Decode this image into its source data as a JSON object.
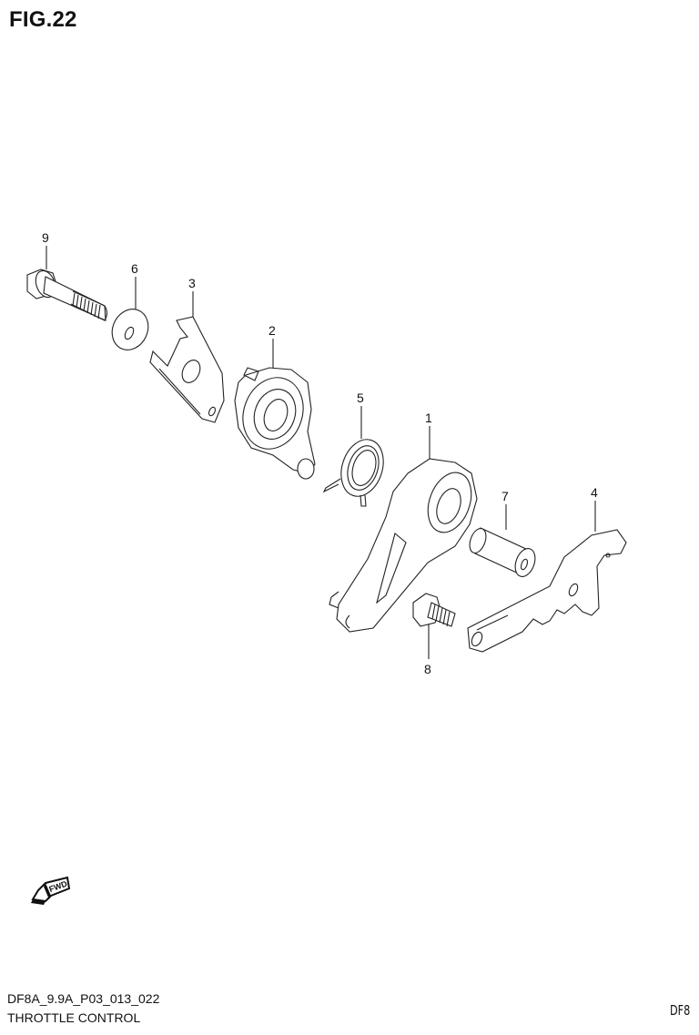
{
  "figure": {
    "title": "FIG.22"
  },
  "callouts": [
    {
      "number": "9",
      "part": "bolt"
    },
    {
      "number": "6",
      "part": "washer"
    },
    {
      "number": "3",
      "part": "bracket"
    },
    {
      "number": "2",
      "part": "throttle-cam"
    },
    {
      "number": "5",
      "part": "torsion-spring"
    },
    {
      "number": "1",
      "part": "throttle-lever"
    },
    {
      "number": "7",
      "part": "collar"
    },
    {
      "number": "4",
      "part": "link-plate"
    },
    {
      "number": "8",
      "part": "bolt"
    }
  ],
  "fwd_indicator": {
    "label": "FWD",
    "icon": "forward-arrow-icon"
  },
  "footer": {
    "code": "DF8A_9.9A_P03_013_022",
    "title": "THROTTLE CONTROL",
    "right_text": "DF8"
  }
}
